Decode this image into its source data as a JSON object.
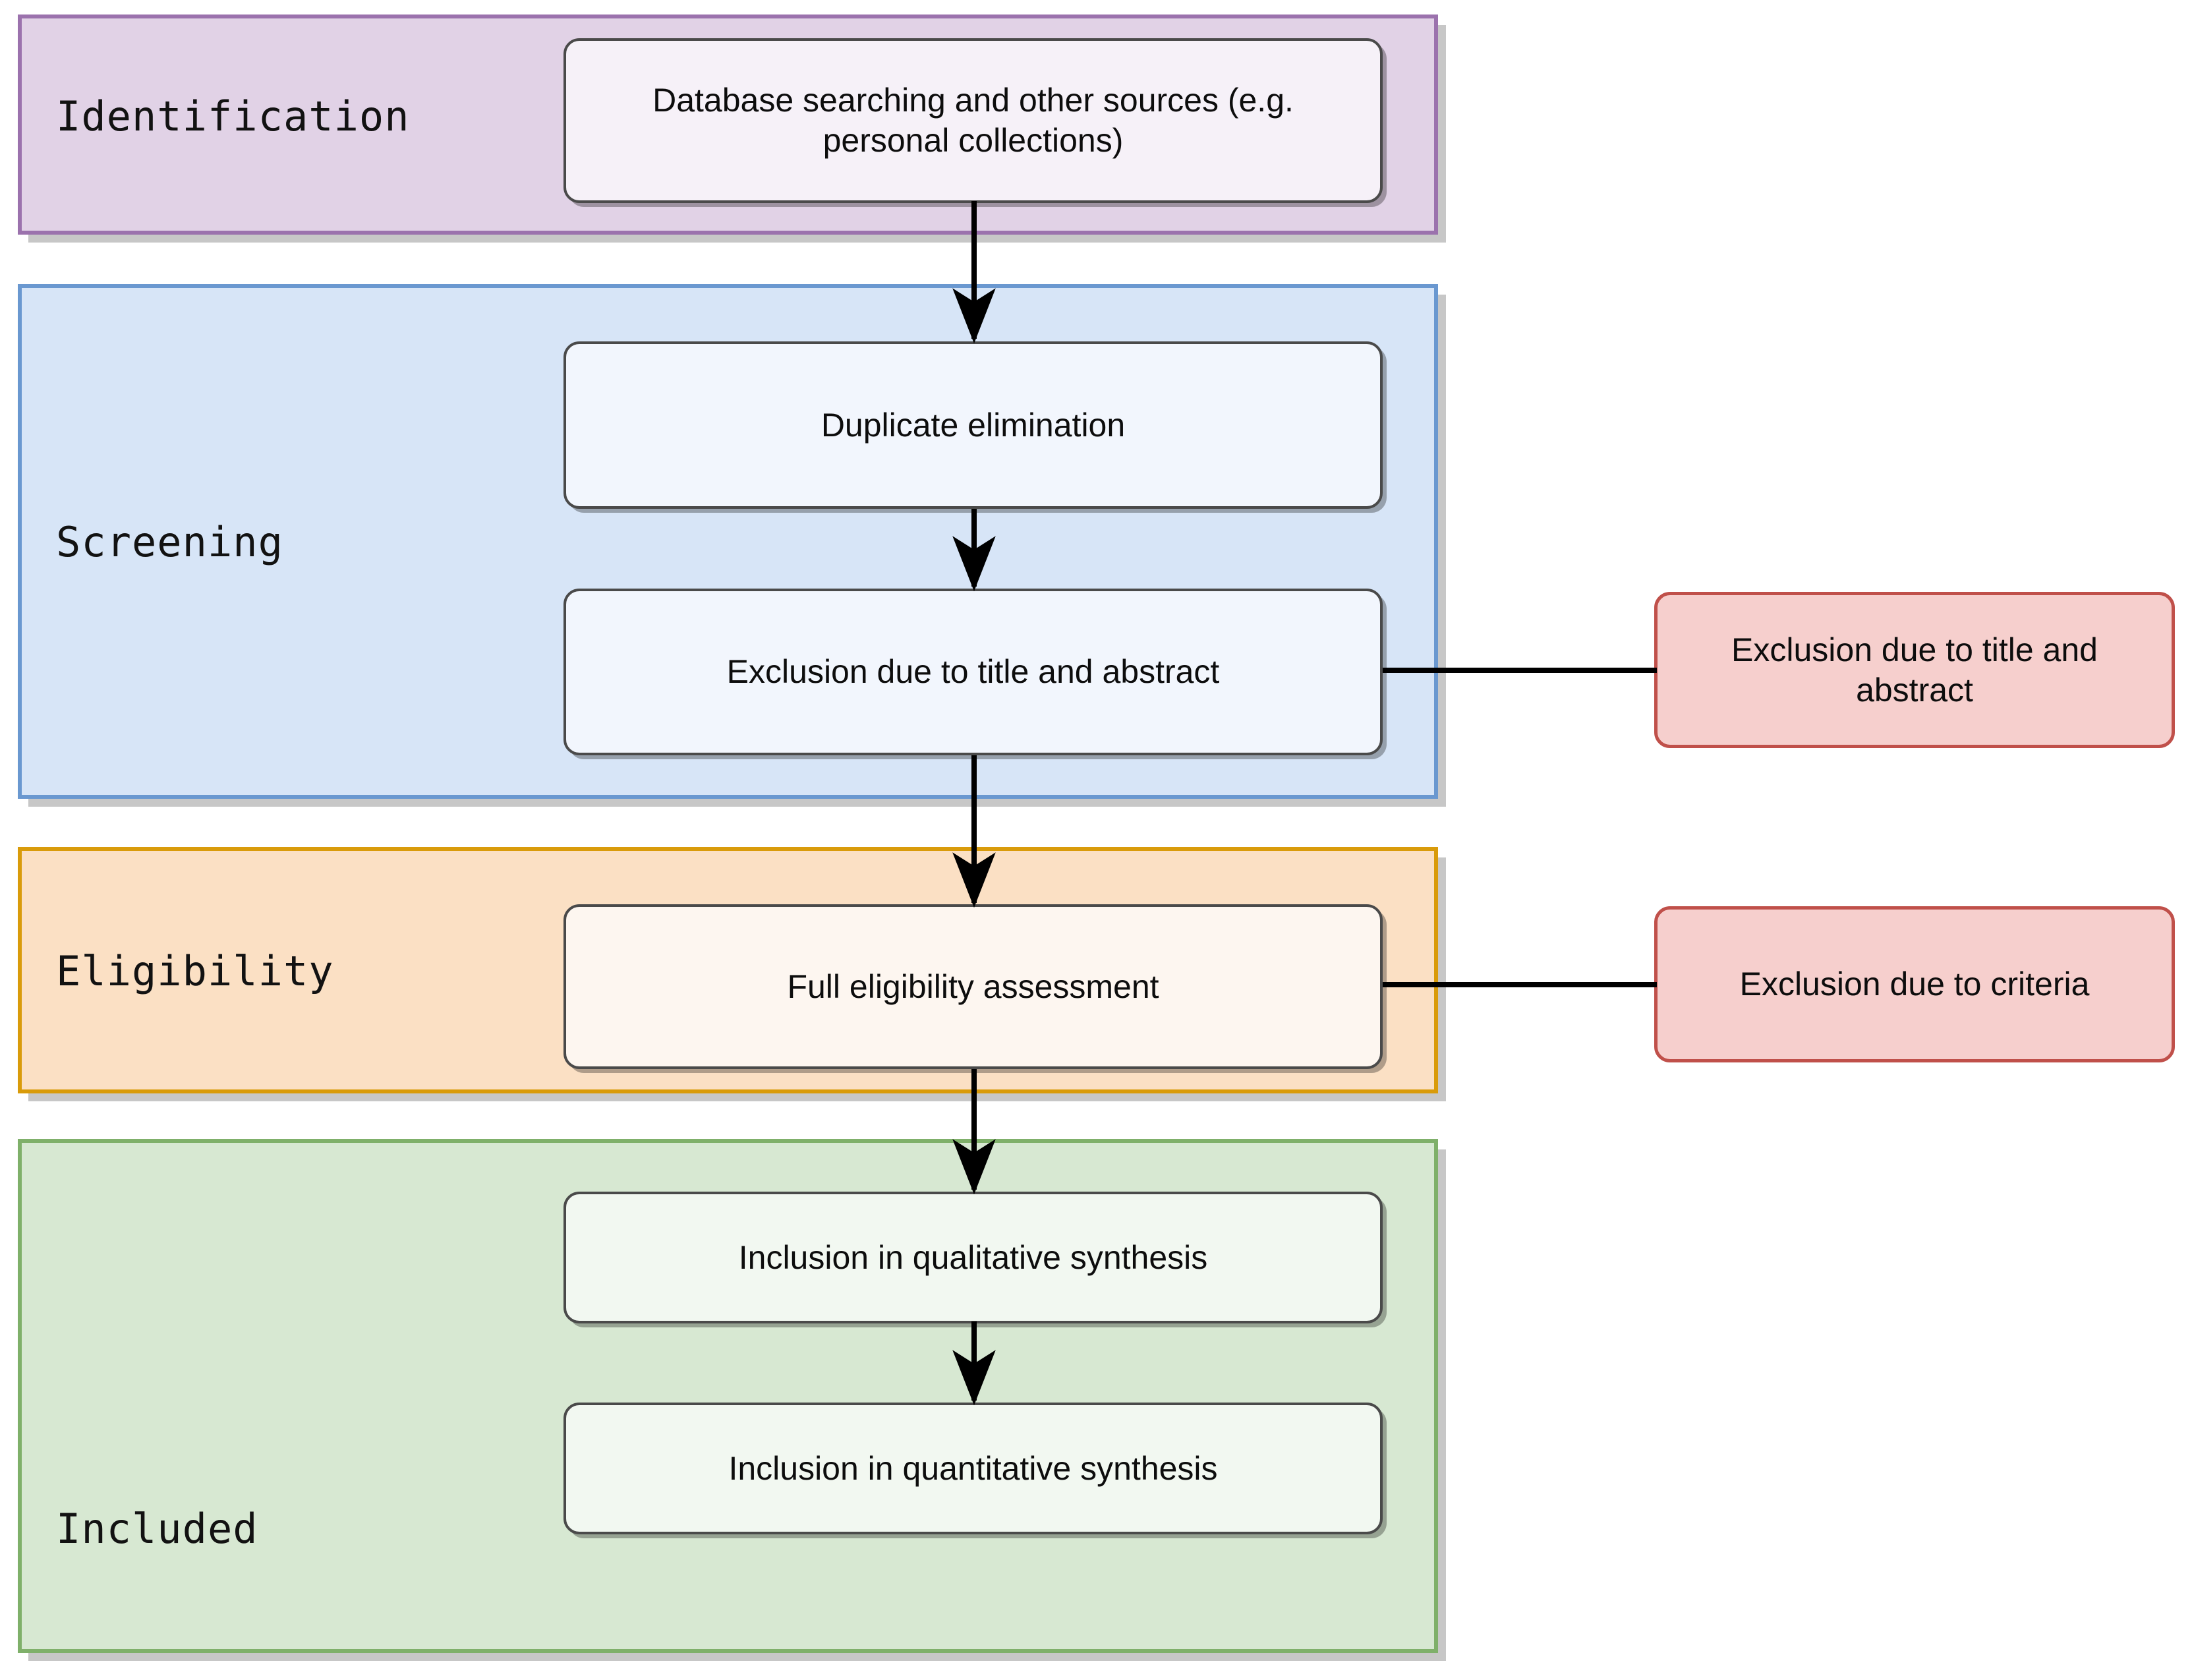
{
  "diagram": {
    "type": "prisma-flow-diagram",
    "orientation": "top-to-bottom",
    "stages": [
      {
        "id": "identification",
        "label": "Identification",
        "band_fill": "#e1d2e6",
        "band_border": "#9b72ad",
        "nodes": [
          {
            "id": "sources",
            "label": "Database searching and other sources (e.g. personal collections)"
          }
        ]
      },
      {
        "id": "screening",
        "label": "Screening",
        "band_fill": "#d7e5f7",
        "band_border": "#6a98d0",
        "nodes": [
          {
            "id": "duplicates",
            "label": "Duplicate elimination"
          },
          {
            "id": "title-abstract",
            "label": "Exclusion due to title and abstract"
          }
        ]
      },
      {
        "id": "eligibility",
        "label": "Eligibility",
        "band_fill": "#fbe0c4",
        "band_border": "#d99b0a",
        "nodes": [
          {
            "id": "full-assessment",
            "label": "Full eligibility assessment"
          }
        ]
      },
      {
        "id": "included",
        "label": "Included",
        "band_fill": "#d7e8d2",
        "band_border": "#7fb06a",
        "nodes": [
          {
            "id": "qualitative",
            "label": "Inclusion in qualitative synthesis"
          },
          {
            "id": "quantitative",
            "label": "Inclusion in quantitative synthesis"
          }
        ]
      }
    ],
    "exclusions": [
      {
        "id": "exclusion-title-abstract",
        "label": "Exclusion due to title and abstract",
        "from": "title-abstract"
      },
      {
        "id": "exclusion-criteria",
        "label": "Exclusion due to criteria",
        "from": "full-assessment"
      }
    ],
    "colors": {
      "exclusion_fill": "#f6cfcd",
      "exclusion_border": "#c0504a",
      "node_border": "#4a4a4a",
      "connector": "#000000",
      "text": "#0d0d0d"
    },
    "flow": [
      {
        "from": "sources",
        "to": "duplicates",
        "kind": "arrow"
      },
      {
        "from": "duplicates",
        "to": "title-abstract",
        "kind": "arrow"
      },
      {
        "from": "title-abstract",
        "to": "full-assessment",
        "kind": "arrow"
      },
      {
        "from": "title-abstract",
        "to": "exclusion-title-abstract",
        "kind": "line"
      },
      {
        "from": "full-assessment",
        "to": "qualitative",
        "kind": "arrow"
      },
      {
        "from": "full-assessment",
        "to": "exclusion-criteria",
        "kind": "line"
      },
      {
        "from": "qualitative",
        "to": "quantitative",
        "kind": "arrow"
      }
    ]
  }
}
